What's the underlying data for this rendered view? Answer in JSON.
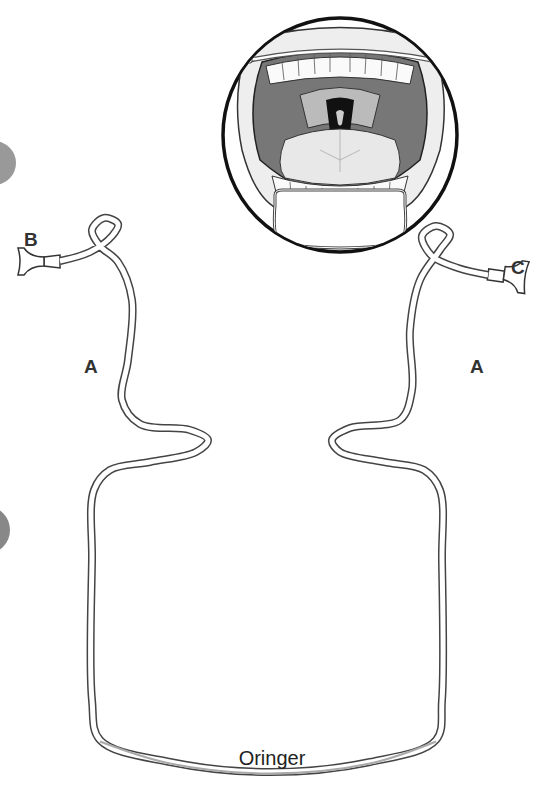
{
  "diagram": {
    "caption": "Oringer",
    "labels": [
      "B",
      "C",
      "A",
      "A"
    ]
  }
}
